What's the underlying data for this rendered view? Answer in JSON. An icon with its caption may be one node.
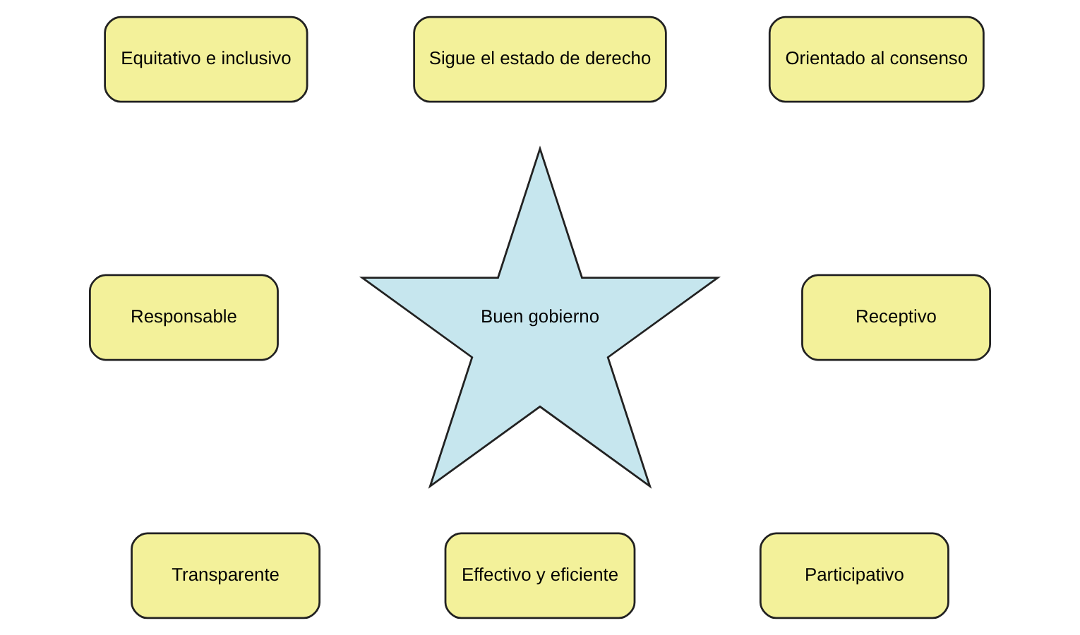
{
  "diagram": {
    "nodes": [
      {
        "text": [
          "Equitativo e inclusivo"
        ]
      },
      {
        "text": [
          "Sigue el estado de derecho"
        ]
      },
      {
        "text": [
          "Orientado al consenso"
        ]
      },
      {
        "text": [
          "Responsable"
        ]
      },
      {
        "text": [
          "Buen gobierno"
        ]
      },
      {
        "text": [
          "Receptivo"
        ]
      },
      {
        "text": [
          "Transparente"
        ]
      },
      {
        "text": [
          "Effectivo y eficiente"
        ]
      },
      {
        "text": [
          "Participativo"
        ]
      }
    ],
    "edges": []
  }
}
